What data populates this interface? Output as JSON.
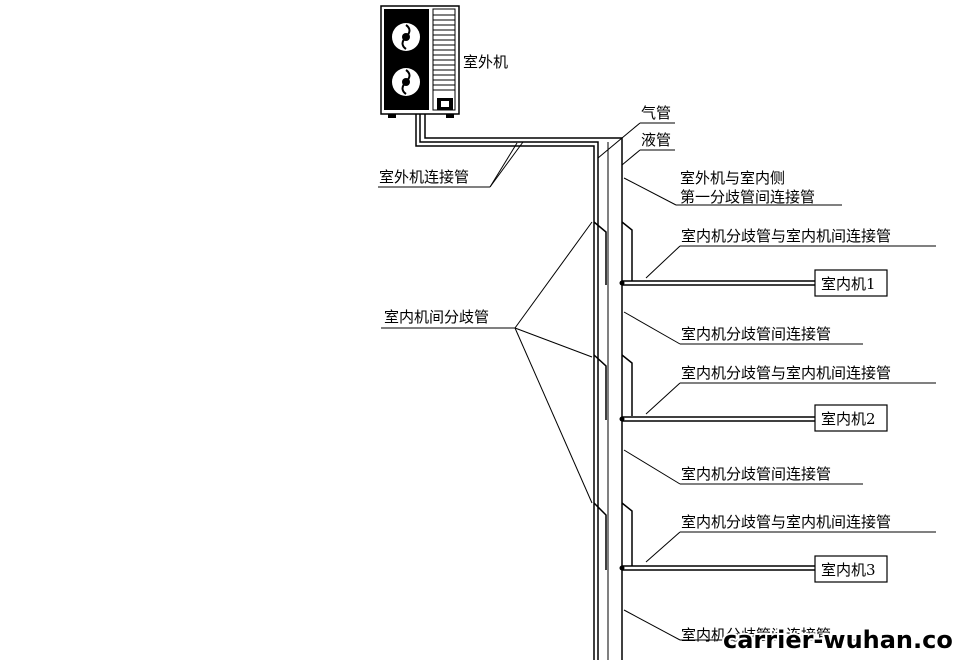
{
  "outdoor_unit": {
    "label": "室外机"
  },
  "pipes": {
    "gas": "气管",
    "liquid": "液管",
    "outdoor_connecting": "室外机连接管",
    "outdoor_to_first_branch_line1": "室外机与室内侧",
    "outdoor_to_first_branch_line2": "第一分歧管间连接管",
    "indoor_branch": "室内机间分歧管",
    "branch_to_indoor": [
      "室内机分歧管与室内机间连接管",
      "室内机分歧管与室内机间连接管",
      "室内机分歧管与室内机间连接管"
    ],
    "between_branches": [
      "室内机分歧管间连接管",
      "室内机分歧管间连接管",
      "室内机分歧管间连接管"
    ]
  },
  "indoor_units": [
    {
      "label": "室内机1"
    },
    {
      "label": "室内机2"
    },
    {
      "label": "室内机3"
    }
  ],
  "watermark": "carrier-wuhan.com"
}
